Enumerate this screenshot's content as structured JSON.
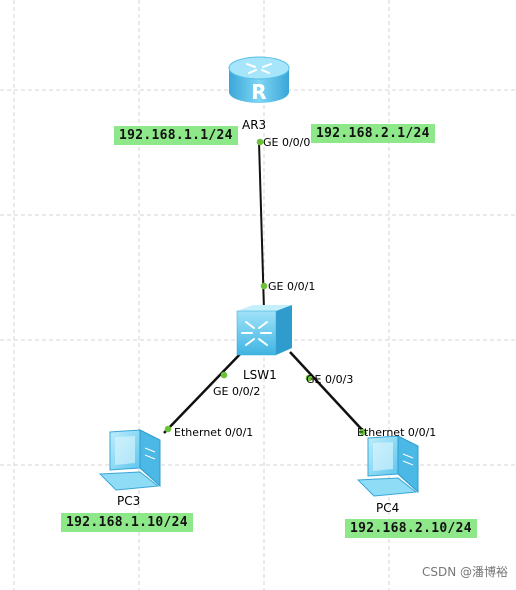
{
  "devices": {
    "router": {
      "name": "AR3",
      "icon": "router-icon"
    },
    "switch": {
      "name": "LSW1",
      "icon": "switch-icon"
    },
    "pc3": {
      "name": "PC3",
      "icon": "pc-icon"
    },
    "pc4": {
      "name": "PC4",
      "icon": "pc-icon"
    }
  },
  "ports": {
    "router_port": "GE 0/0/0",
    "switch_up_port": "GE 0/0/1",
    "switch_port_pc3": "GE 0/0/2",
    "switch_port_pc4": "GE 0/0/3",
    "pc3_port": "Ethernet 0/0/1",
    "pc4_port": "Ethernet 0/0/1"
  },
  "addresses": {
    "router_left": "192.168.1.1/24",
    "router_right": "192.168.2.1/24",
    "pc3": "192.168.1.10/24",
    "pc4": "192.168.2.10/24"
  },
  "watermark": "CSDN @潘博裕",
  "colors": {
    "ip_label_bg": "#8ee88a",
    "port_dot": "#6cc23a",
    "link": "#111111",
    "device_blue": "#5bc8ef"
  }
}
